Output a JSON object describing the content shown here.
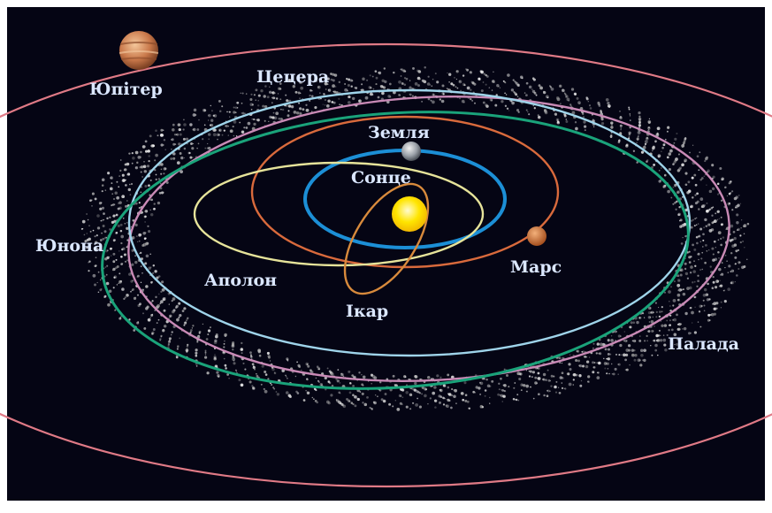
{
  "labels": {
    "jupiter": "Юпітер",
    "ceres": "Цецера",
    "earth": "Земля",
    "sun": "Сонце",
    "juno": "Юнона",
    "apollo": "Аполон",
    "icarus": "Ікар",
    "mars": "Марс",
    "pallas": "Палада"
  },
  "colors": {
    "space": "#050514",
    "sun": "#ffe000",
    "jupiter_orbit": "#e07a86",
    "ceres_orbit": "#9fd4ea",
    "pallas_orbit": "#c98ab6",
    "juno_orbit": "#1aa37a",
    "earth_orbit": "#1c8fd6",
    "mars_orbit": "#d96a3c",
    "apollo_orbit": "#e6e39a",
    "icarus_orbit": "#d88a3c",
    "label_text": "#dbe7ff"
  }
}
